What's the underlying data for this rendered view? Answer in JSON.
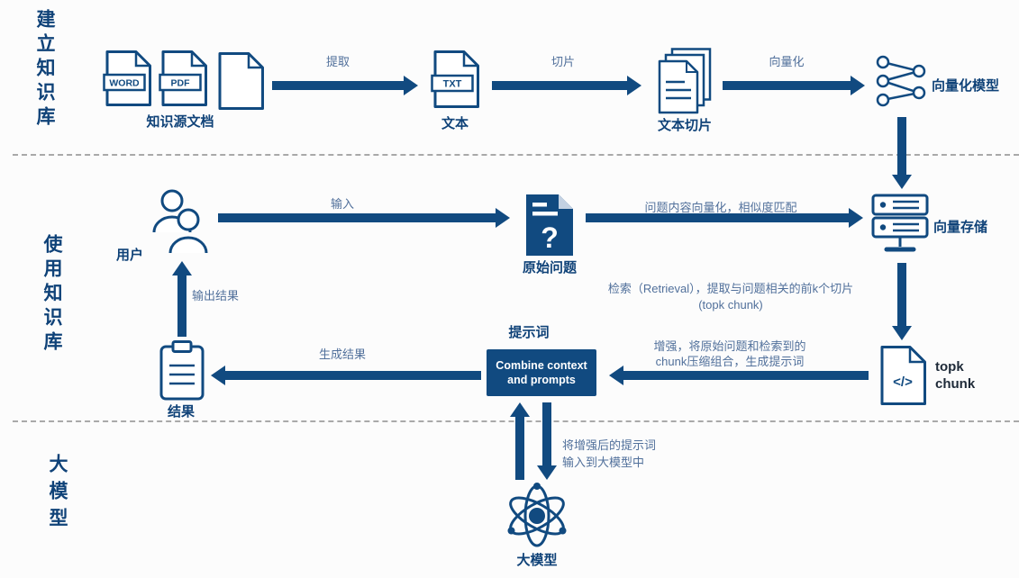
{
  "colors": {
    "primary": "#114a80",
    "edge_label": "#51709b",
    "box_text": "#ffffff",
    "background": "#fcfcfc"
  },
  "sections": {
    "build": {
      "label": "建立知识库"
    },
    "use": {
      "label": "使用知识库"
    },
    "model": {
      "label": "大模型"
    }
  },
  "nodes": {
    "word_doc": {
      "badge": "WORD"
    },
    "pdf_doc": {
      "badge": "PDF"
    },
    "source_docs": {
      "label": "知识源文档"
    },
    "txt_doc": {
      "badge": "TXT",
      "label": "文本"
    },
    "text_chunks": {
      "label": "文本切片"
    },
    "vector_model": {
      "label": "向量化模型"
    },
    "user": {
      "label": "用户"
    },
    "question": {
      "label": "原始问题",
      "glyph": "?"
    },
    "vector_store": {
      "label": "向量存储"
    },
    "topk_chunk": {
      "label": "topk chunk",
      "glyph": "</>"
    },
    "prompt_box": {
      "title": "提示词",
      "label": "Combine context and prompts"
    },
    "result": {
      "label": "结果"
    },
    "llm": {
      "label": "大模型"
    }
  },
  "edges": {
    "extract": {
      "label": "提取"
    },
    "slice": {
      "label": "切片"
    },
    "vectorize": {
      "label": "向量化"
    },
    "input": {
      "label": "输入"
    },
    "similarity": {
      "label": "问题内容向量化，相似度匹配"
    },
    "retrieval": {
      "line1": "检索（Retrieval），提取与问题相关的前k个切片",
      "line2": "(topk chunk)"
    },
    "augment": {
      "line1": "增强，将原始问题和检索到的",
      "line2": "chunk压缩组合，生成提示词"
    },
    "generate": {
      "label": "生成结果"
    },
    "output": {
      "label": "输出结果"
    },
    "to_model": {
      "line1": "将增强后的提示词",
      "line2": "输入到大模型中"
    }
  }
}
